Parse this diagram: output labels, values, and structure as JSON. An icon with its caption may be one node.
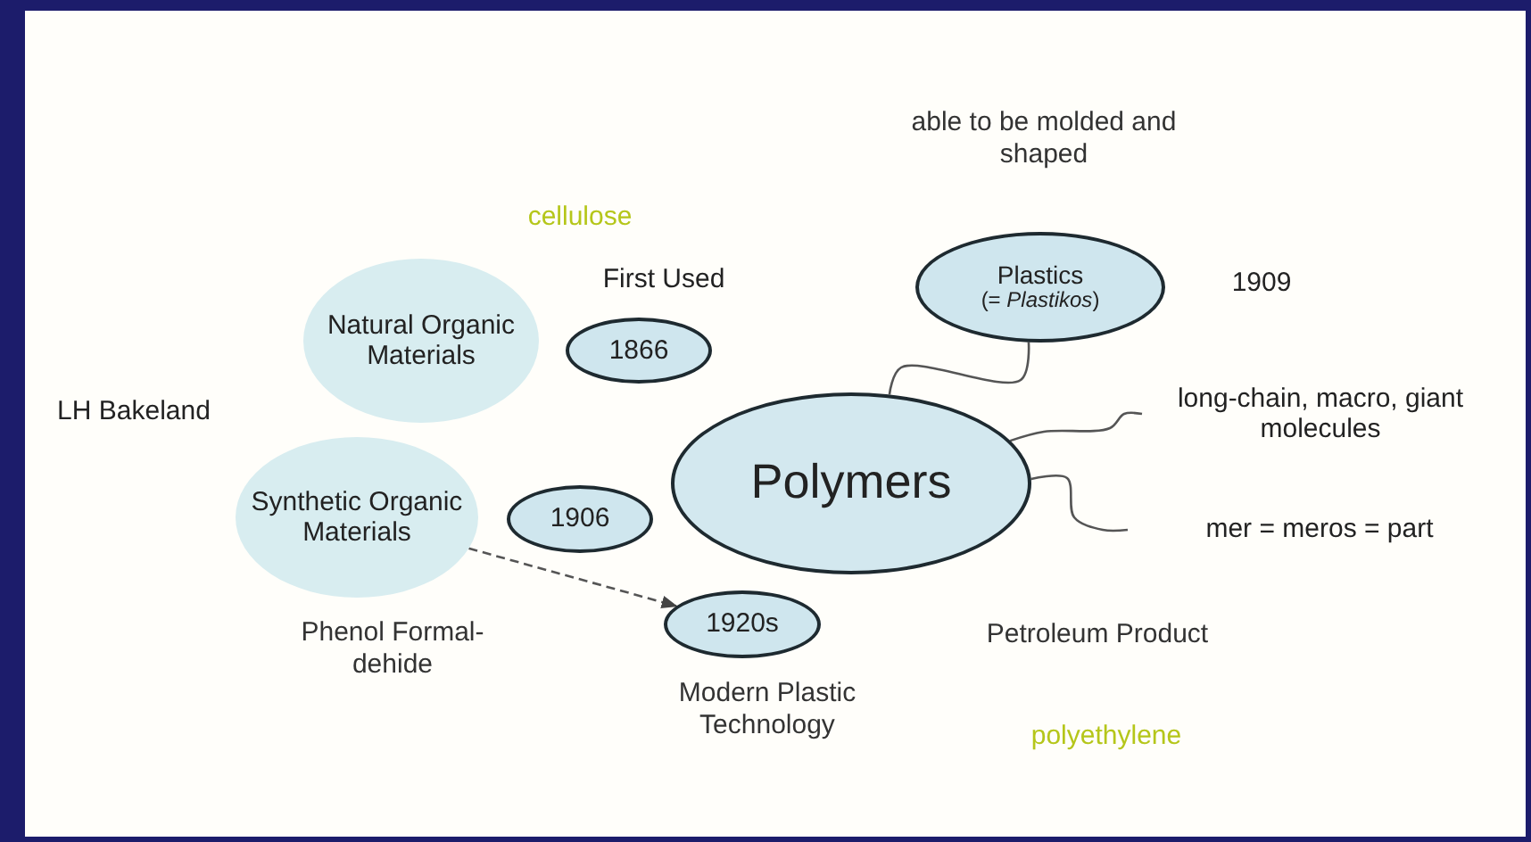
{
  "diagram": {
    "nodes": [
      {
        "text": [
          "Plastics",
          "(= *Plastikos*)"
        ],
        "beside": [
          "able to be molded and shaped",
          "1909"
        ]
      },
      {
        "text": [
          "Natural Organic Materials"
        ]
      },
      {
        "text": [
          "1866"
        ]
      },
      {
        "text": [
          "Polymers"
        ]
      },
      {
        "text": [
          "long-chain, macro, giant molecules"
        ]
      },
      {
        "text": [
          "Synthetic Organic Materials"
        ]
      },
      {
        "text": [
          "1906"
        ]
      },
      {
        "text": [
          "mer = meros = part"
        ]
      },
      {
        "text": [
          "1920s"
        ],
        "beside": [
          "Modern Plastic Technology"
        ]
      }
    ],
    "edges": [
      {
        "from": 3,
        "to": 0,
        "arrow": "none"
      },
      {
        "from": 3,
        "to": 4,
        "arrow": "none"
      },
      {
        "from": 3,
        "to": 7,
        "arrow": "none"
      },
      {
        "from": 5,
        "to": 8,
        "arrow": "to",
        "style": "dashed"
      }
    ],
    "labels": [
      "cellulose",
      "First Used",
      "LH Bakeland",
      "Phenol Formal- dehide",
      "Petroleum Product",
      "polyethylene"
    ]
  }
}
